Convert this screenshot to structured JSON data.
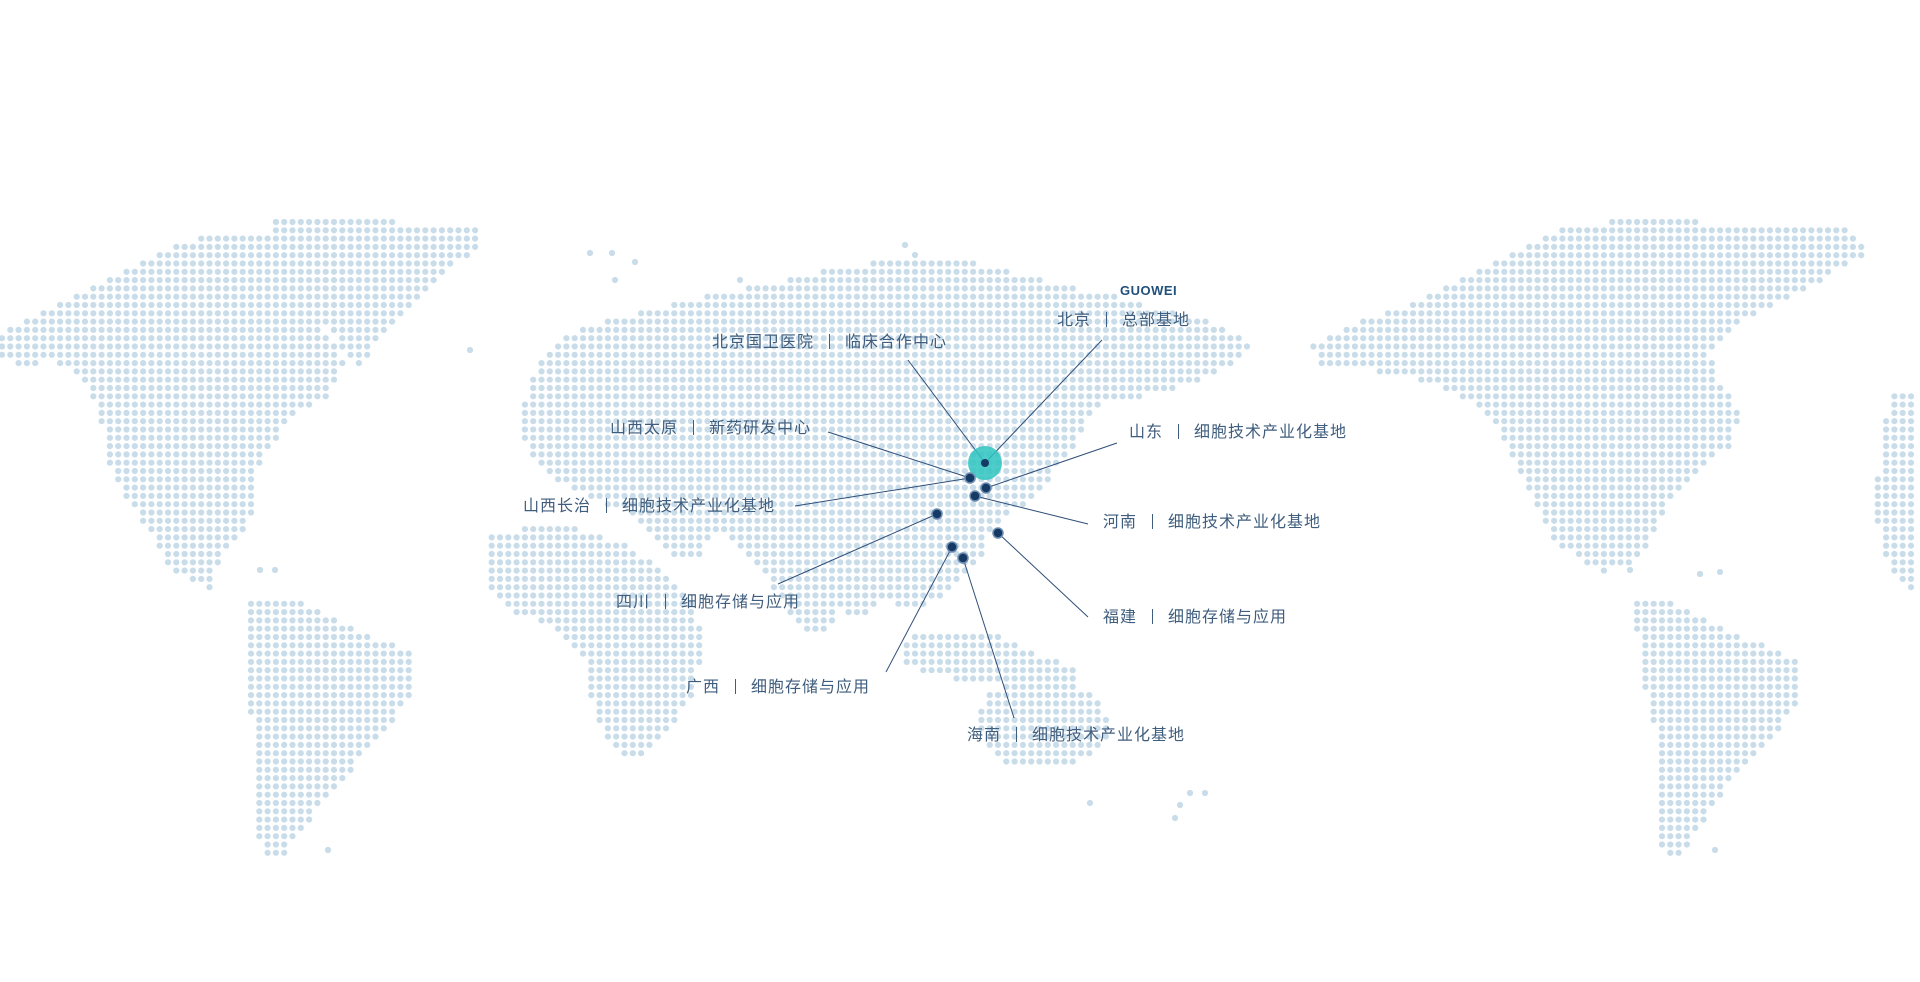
{
  "brand": "GUOWEI",
  "colors": {
    "dot": "#c9dce9",
    "line": "#2f4f78",
    "marker": "#163a66",
    "hq_glow": "#2ec4c0",
    "label": "#3f5d7d"
  },
  "locations": [
    {
      "region": "北京",
      "role": "总部基地",
      "hq": true
    },
    {
      "region": "北京国卫医院",
      "role": "临床合作中心"
    },
    {
      "region": "山西太原",
      "role": "新药研发中心"
    },
    {
      "region": "山东",
      "role": "细胞技术产业化基地"
    },
    {
      "region": "山西长治",
      "role": "细胞技术产业化基地"
    },
    {
      "region": "河南",
      "role": "细胞技术产业化基地"
    },
    {
      "region": "四川",
      "role": "细胞存储与应用"
    },
    {
      "region": "福建",
      "role": "细胞存储与应用"
    },
    {
      "region": "广西",
      "role": "细胞存储与应用"
    },
    {
      "region": "海南",
      "role": "细胞技术产业化基地"
    }
  ]
}
